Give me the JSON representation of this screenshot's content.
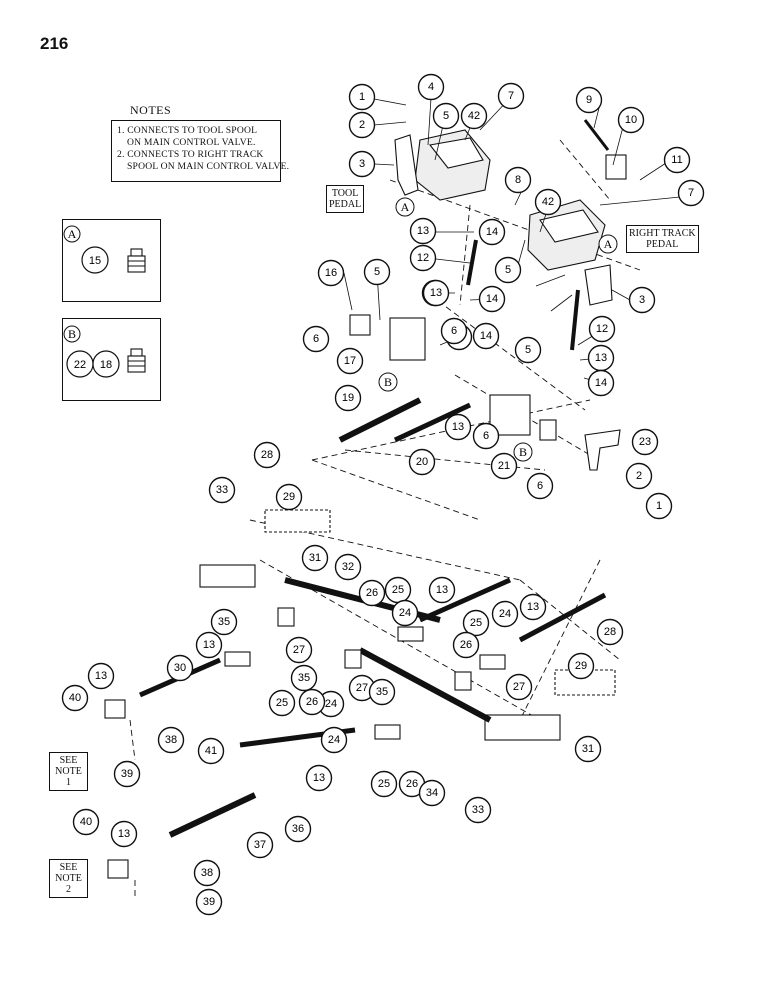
{
  "page_number": "216",
  "notes": {
    "title": "NOTES",
    "lines": [
      "1. CONNECTS TO TOOL SPOOL",
      "    ON MAIN CONTROL VALVE.",
      "2. CONNECTS TO RIGHT TRACK",
      "    SPOOL ON MAIN CONTROL VALVE."
    ]
  },
  "insets": {
    "a": {
      "letter": "A",
      "part": "15"
    },
    "b": {
      "letter": "B",
      "parts": [
        "22",
        "18"
      ]
    }
  },
  "labels": {
    "tool_pedal": [
      "TOOL",
      "PEDAL"
    ],
    "right_track_pedal": [
      "RIGHT TRACK",
      "PEDAL"
    ],
    "see_note_1": [
      "SEE",
      "NOTE 1"
    ],
    "see_note_2": [
      "SEE",
      "NOTE 2"
    ]
  },
  "callouts": [
    {
      "n": "1"
    },
    {
      "n": "2"
    },
    {
      "n": "3"
    },
    {
      "n": "4"
    },
    {
      "n": "5"
    },
    {
      "n": "42"
    },
    {
      "n": "7"
    },
    {
      "n": "9"
    },
    {
      "n": "10"
    },
    {
      "n": "11"
    },
    {
      "n": "8"
    },
    {
      "n": "42"
    },
    {
      "n": "7"
    },
    {
      "n": "13"
    },
    {
      "n": "14"
    },
    {
      "n": "12"
    },
    {
      "n": "5"
    },
    {
      "n": "14"
    },
    {
      "n": "13"
    },
    {
      "n": "3"
    },
    {
      "n": "12"
    },
    {
      "n": "13"
    },
    {
      "n": "14"
    },
    {
      "n": "16"
    },
    {
      "n": "5"
    },
    {
      "n": "13"
    },
    {
      "n": "14"
    },
    {
      "n": "6"
    },
    {
      "n": "6"
    },
    {
      "n": "14"
    },
    {
      "n": "17"
    },
    {
      "n": "19"
    },
    {
      "n": "5"
    },
    {
      "n": "13"
    },
    {
      "n": "6"
    },
    {
      "n": "20"
    },
    {
      "n": "21"
    },
    {
      "n": "6"
    },
    {
      "n": "23"
    },
    {
      "n": "2"
    },
    {
      "n": "1"
    },
    {
      "n": "28"
    },
    {
      "n": "33"
    },
    {
      "n": "29"
    },
    {
      "n": "31"
    },
    {
      "n": "32"
    },
    {
      "n": "26"
    },
    {
      "n": "25"
    },
    {
      "n": "13"
    },
    {
      "n": "35"
    },
    {
      "n": "24"
    },
    {
      "n": "27"
    },
    {
      "n": "25"
    },
    {
      "n": "24"
    },
    {
      "n": "13"
    },
    {
      "n": "26"
    },
    {
      "n": "13"
    },
    {
      "n": "30"
    },
    {
      "n": "35"
    },
    {
      "n": "27"
    },
    {
      "n": "35"
    },
    {
      "n": "27"
    },
    {
      "n": "28"
    },
    {
      "n": "24"
    },
    {
      "n": "25"
    },
    {
      "n": "26"
    },
    {
      "n": "29"
    },
    {
      "n": "13"
    },
    {
      "n": "40"
    },
    {
      "n": "38"
    },
    {
      "n": "39"
    },
    {
      "n": "24"
    },
    {
      "n": "31"
    },
    {
      "n": "41"
    },
    {
      "n": "13"
    },
    {
      "n": "25"
    },
    {
      "n": "26"
    },
    {
      "n": "34"
    },
    {
      "n": "33"
    },
    {
      "n": "36"
    },
    {
      "n": "37"
    },
    {
      "n": "13"
    },
    {
      "n": "40"
    },
    {
      "n": "38"
    },
    {
      "n": "39"
    }
  ],
  "letter_tags": [
    {
      "letter": "A"
    },
    {
      "letter": "A"
    },
    {
      "letter": "B"
    },
    {
      "letter": "B"
    }
  ]
}
